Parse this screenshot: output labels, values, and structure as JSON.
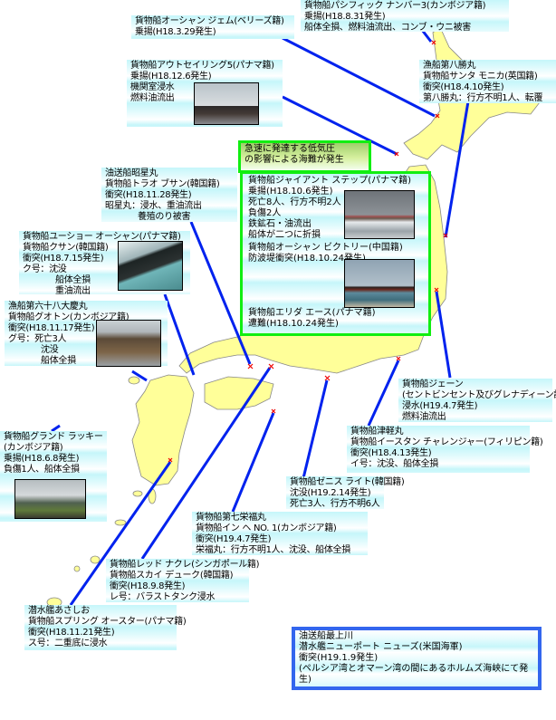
{
  "colors": {
    "land": "#ffff99",
    "arrow": "#0022ee",
    "box_green": "#11ee11",
    "box_blue": "#3366ee",
    "label_bg": "#c6f6fa",
    "marker": "#ee0000"
  },
  "incidents": {
    "ocean_gem": {
      "lines": [
        "貨物船オーシャン ジェム(ベリーズ籍)",
        "乗揚(H18.3.29発生)"
      ]
    },
    "pacific": {
      "lines": [
        "貨物船パシフィック ナンバー3(カンボジア籍)",
        "乗揚(H18.8.31発生)",
        "船体全損、燃料油流出、コンブ・ウニ被害"
      ]
    },
    "out_sailing": {
      "lines": [
        "貨物船アウトセイリング5(パナマ籍)",
        "乗揚(H18.12.6発生)",
        "機関室浸水",
        "燃料油流出"
      ]
    },
    "santa_monica": {
      "lines": [
        "漁船第八勝丸",
        "貨物船サンタ モニカ(英国籍)",
        "衝突(H18.4.10発生)",
        "第八勝丸：行方不明1人、転覆"
      ]
    },
    "shosei": {
      "lines": [
        "油送船昭星丸",
        "貨物船トラオ ブサン(韓国籍)",
        "衝突(H18.11.28発生)",
        "昭星丸：浸水、重油流出",
        "養殖のり被害"
      ]
    },
    "yusho": {
      "lines": [
        "貨物船ユーショー オーシャン(パナマ籍)",
        "貨物船クサン(韓国籍)",
        "衝突(H18.7.15発生)",
        "ク号：沈没",
        "船体全損",
        "重油流出"
      ]
    },
    "dairoku": {
      "lines": [
        "漁船第六十八大慶丸",
        "貨物船グオトン(カンボジア籍)",
        "衝突(H18.11.17発生)",
        "グ号：死亡3人",
        "沈没",
        "船体全損"
      ]
    },
    "header": {
      "lines": [
        "急速に発達する低気圧",
        "の影響による海難が発生"
      ]
    },
    "giant_step": {
      "lines": [
        "貨物船ジャイアント ステップ(パナマ籍)",
        "乗揚(H18.10.6発生)",
        "死亡8人、行方不明2人",
        "負傷2人",
        "鉄鉱石・油流出",
        "船体が二つに折損"
      ]
    },
    "ocean_victory": {
      "lines": [
        "貨物船オーシャン ビクトリー(中国籍)",
        "防波堤衝突(H18.10.24発生)"
      ]
    },
    "elida_ace": {
      "lines": [
        "貨物船エリダ エース(パナマ籍)",
        "遭難(H18.10.24発生)"
      ]
    },
    "jane": {
      "lines": [
        "貨物船ジェーン",
        "(セントビンセント及びグレナディーン諸島籍)",
        "浸水(H19.4.7発生)",
        "燃料油流出"
      ]
    },
    "tsugaru": {
      "lines": [
        "貨物船津軽丸",
        "貨物船イースタン チャレンジャー(フィリピン籍)",
        "衝突(H18.4.13発生)",
        "イ号：沈没、船体全損"
      ]
    },
    "grand_lucky": {
      "lines": [
        "貨物船グランド ラッキー",
        "(カンボジア籍)",
        "乗揚(H18.6.8発生)",
        "負傷1人、船体全損"
      ]
    },
    "zenith": {
      "lines": [
        "貨物船ゼニス ライト(韓国籍)",
        "沈没(H19.2.14発生)",
        "死亡3人、行方不明6人"
      ]
    },
    "eifuku": {
      "lines": [
        "貨物船第七栄福丸",
        "貨物船イン ヘ NO. 1(カンボジア籍)",
        "衝突(H19.4.7発生)",
        "栄福丸：行方不明1人、沈没、船体全損"
      ]
    },
    "red_nacre": {
      "lines": [
        "貨物船レッド ナクレ(シンガポール籍)",
        "貨物船スカイ デューク(韓国籍)",
        "衝突(H18.9.8発生)",
        "レ号：バラストタンク浸水"
      ]
    },
    "asashio": {
      "lines": [
        "潜水艦あさしお",
        "貨物船スプリング オースター(パナマ籍)",
        "衝突(H18.11.21発生)",
        "ス号：二重底に浸水"
      ]
    },
    "mogami": {
      "lines": [
        "油送船最上川",
        "潜水艦ニューポート ニューズ(米国海軍)",
        "衝突(H19.1.9発生)",
        "(ペルシア湾とオマーン湾の間にあるホルムズ海峡にて発生)"
      ]
    }
  }
}
